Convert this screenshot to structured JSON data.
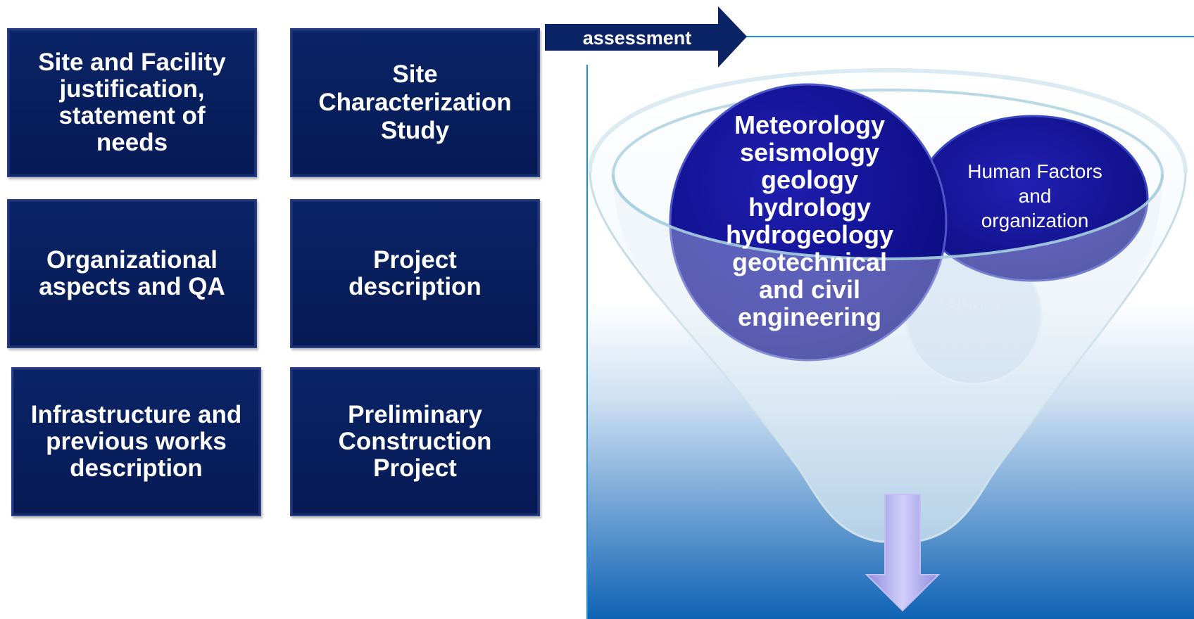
{
  "boxes": [
    {
      "id": "site-facility",
      "text": "Site and Facility\njustification,\nstatement of\nneeds"
    },
    {
      "id": "site-characterization",
      "text": "Site\nCharacterization\nStudy"
    },
    {
      "id": "organizational",
      "text": "Organizational\naspects and QA"
    },
    {
      "id": "project-description",
      "text": "Project\ndescription"
    },
    {
      "id": "infrastructure",
      "text": "Infrastructure  and\nprevious works\ndescription"
    },
    {
      "id": "preliminary",
      "text": "Preliminary\nConstruction\nProject"
    }
  ],
  "arrow": {
    "label": "assessment"
  },
  "funnel": {
    "main_circle": "Meteorology\nseismology\ngeology\nhydrology\nhydrogeology\ngeotechnical\nand civil\nengineering",
    "human_circle": "Human Factors\nand\norganization",
    "qa_circle": "Quality\nassurance"
  },
  "colors": {
    "box_fill": "#061a55",
    "arrow_fill": "#0b2466",
    "panel_gradient_top": "#ffffff",
    "panel_gradient_bottom": "#0f63b5",
    "main_circle": "#16169a",
    "human_circle": "#1a1aa0",
    "down_arrow": "#a7a3e8"
  }
}
